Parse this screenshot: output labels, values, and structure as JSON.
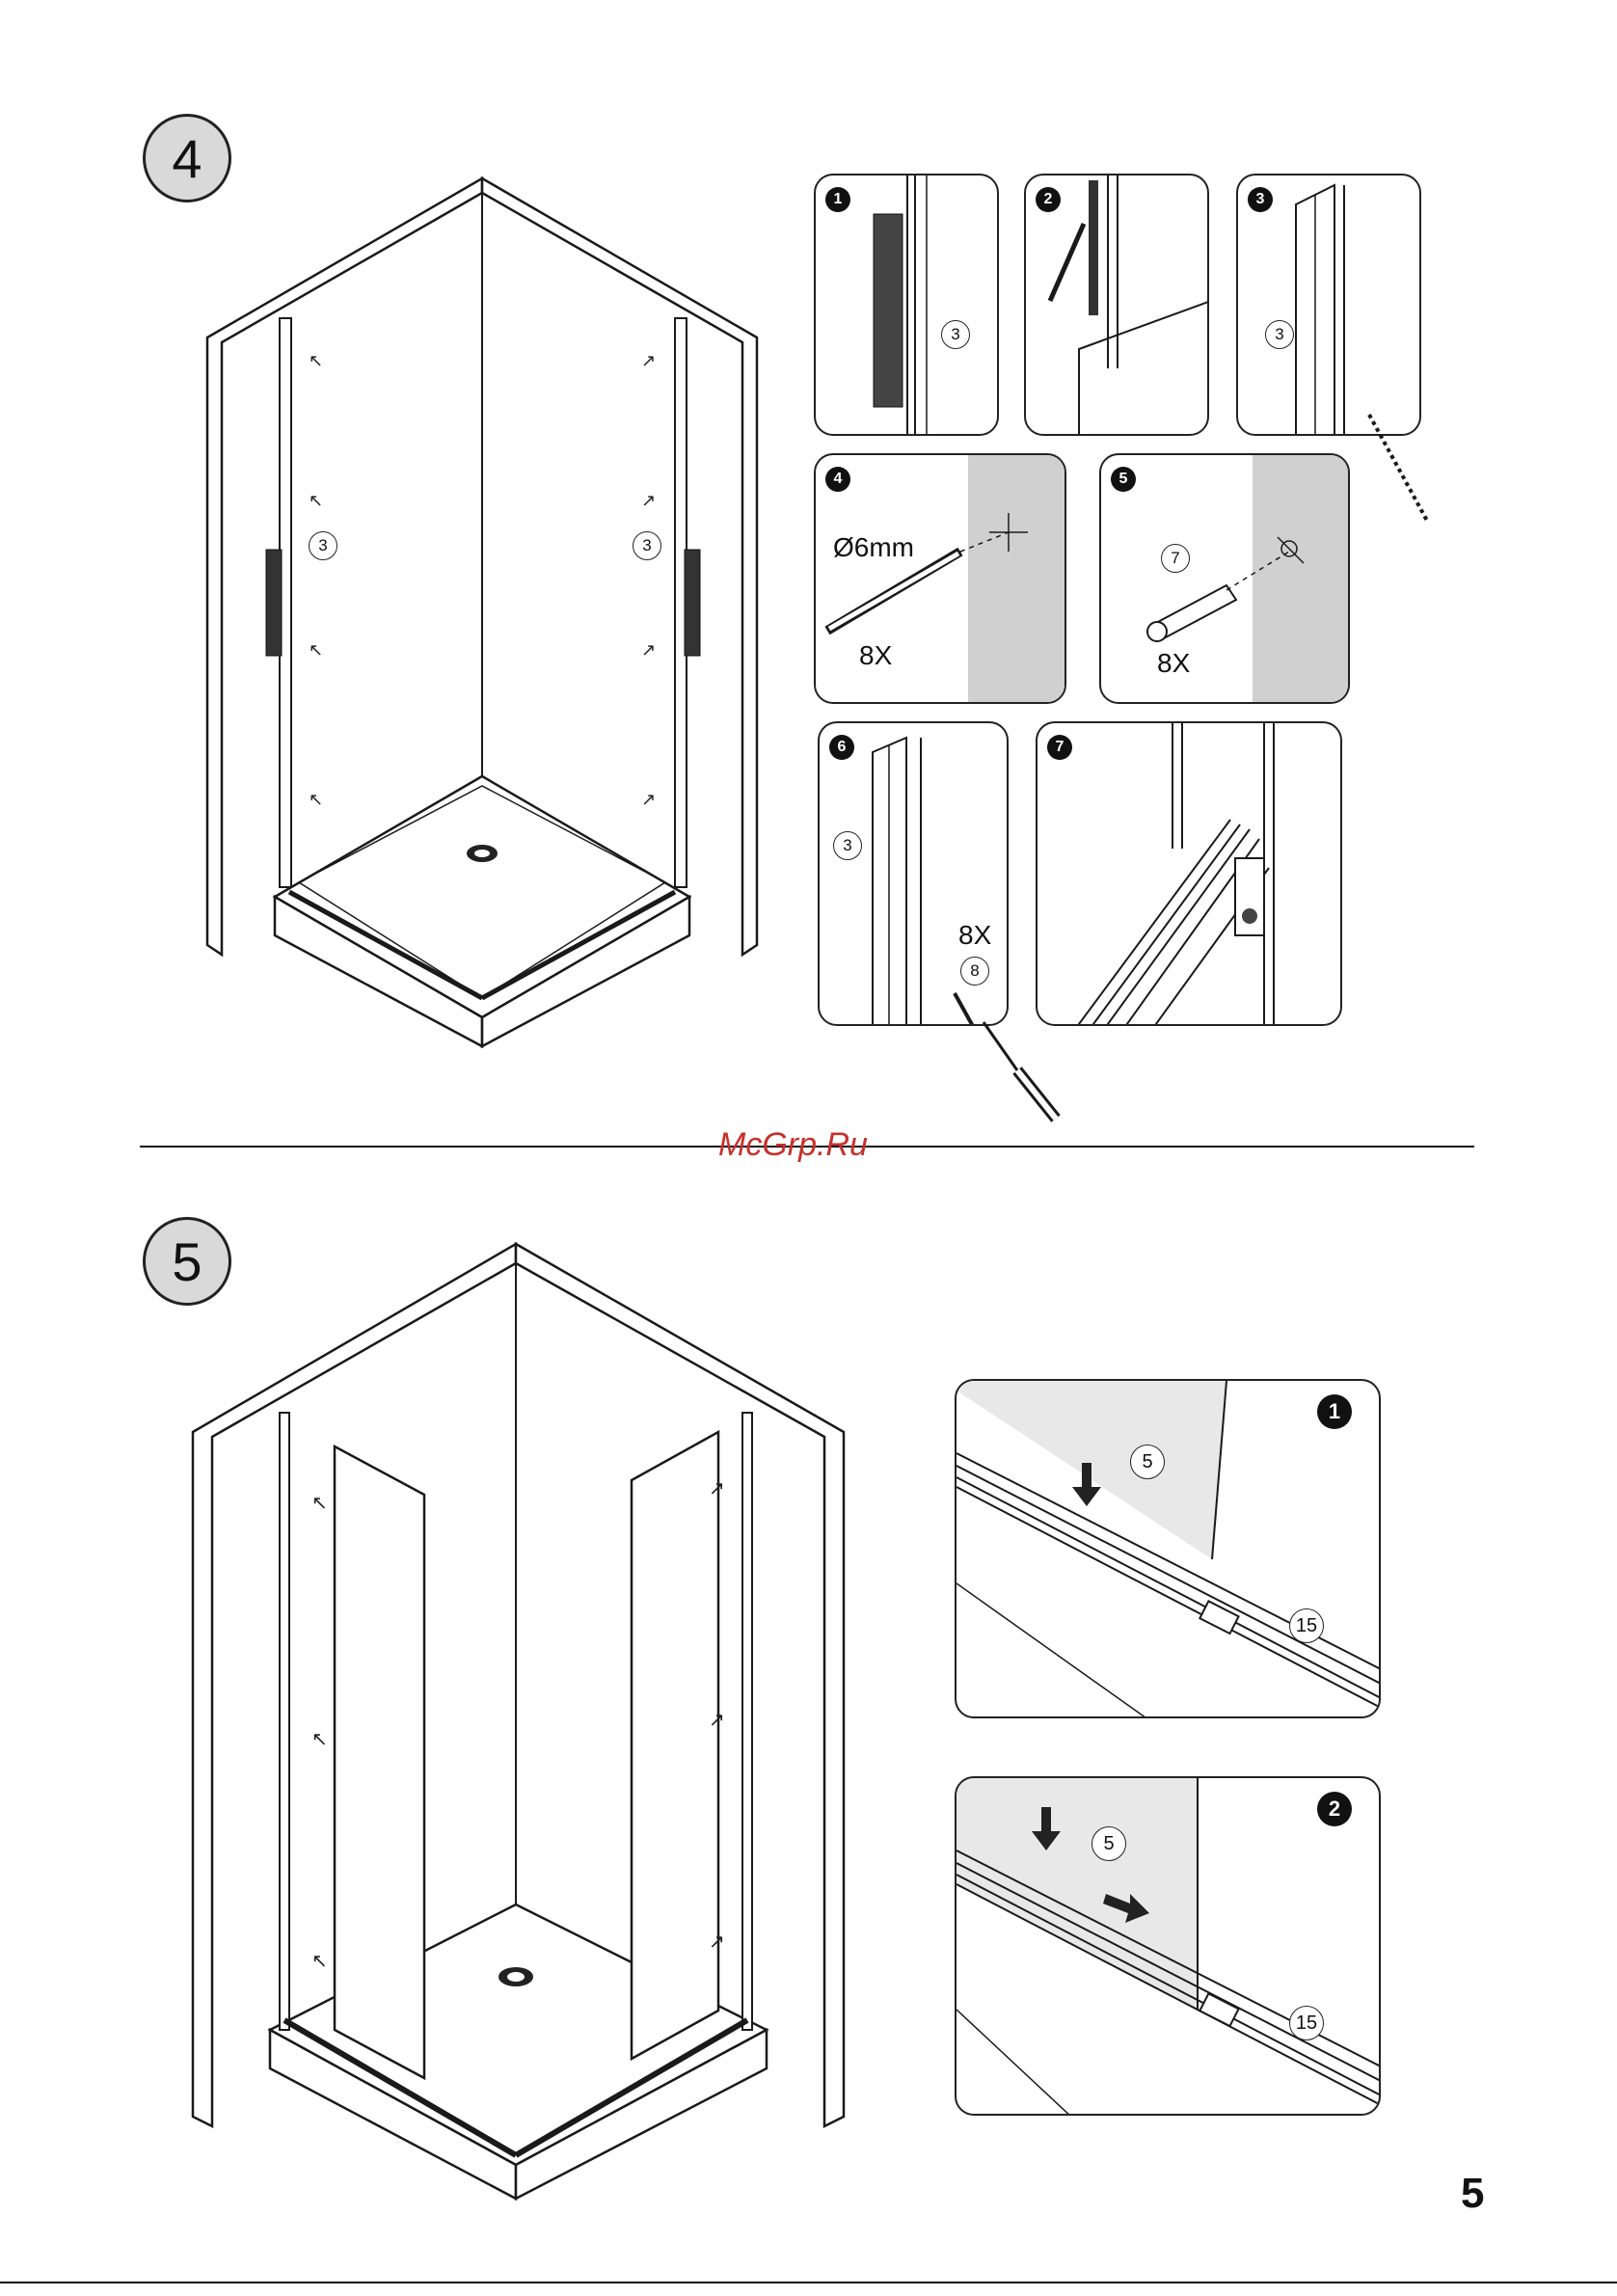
{
  "step4": {
    "badge": "4",
    "callout_left": "3",
    "callout_right": "3",
    "details": [
      {
        "num": "1",
        "callout": "3"
      },
      {
        "num": "2"
      },
      {
        "num": "3",
        "callout": "3"
      },
      {
        "num": "4",
        "diameter": "Ø6mm",
        "qty": "8X"
      },
      {
        "num": "5",
        "callout": "7",
        "qty": "8X"
      },
      {
        "num": "6",
        "callout": "3",
        "qty": "8X",
        "callout2": "8"
      },
      {
        "num": "7"
      }
    ]
  },
  "watermark": "McGrp.Ru",
  "step5": {
    "badge": "5",
    "details": [
      {
        "num": "1",
        "callout_a": "5",
        "callout_b": "15"
      },
      {
        "num": "2",
        "callout_a": "5",
        "callout_b": "15"
      }
    ]
  },
  "page_number": "5",
  "colors": {
    "wall_shade": "#d0d0d0",
    "badge_fill": "#d9d9d9",
    "watermark": "#c8302c"
  }
}
